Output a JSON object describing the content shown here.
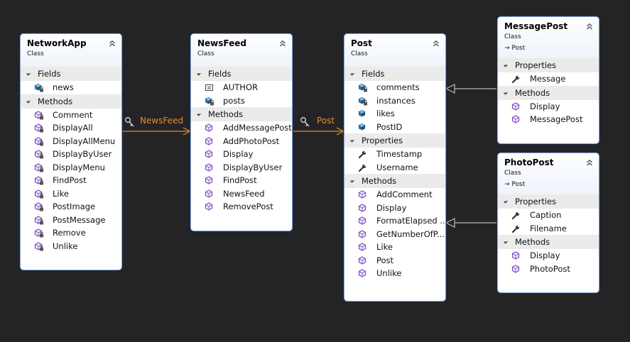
{
  "colors": {
    "background": "#242427",
    "border": "#82a6d4",
    "association": "#e48a2b",
    "inheritance": "#b9b9b9",
    "method_icon": "#7c4cc4",
    "field_icon": "#2d6e9e"
  },
  "classes": {
    "networkapp": {
      "title": "NetworkApp",
      "kind": "Class",
      "sections": [
        {
          "label": "Fields",
          "members": [
            {
              "name": "news",
              "icon": "field-private-icon"
            }
          ]
        },
        {
          "label": "Methods",
          "members": [
            {
              "name": "Comment",
              "icon": "method-private-icon"
            },
            {
              "name": "DisplayAll",
              "icon": "method-private-icon"
            },
            {
              "name": "DisplayAllMenu",
              "icon": "method-private-icon"
            },
            {
              "name": "DisplayByUser",
              "icon": "method-private-icon"
            },
            {
              "name": "DisplayMenu",
              "icon": "method-private-icon"
            },
            {
              "name": "FindPost",
              "icon": "method-private-icon"
            },
            {
              "name": "Like",
              "icon": "method-private-icon"
            },
            {
              "name": "PostImage",
              "icon": "method-private-icon"
            },
            {
              "name": "PostMessage",
              "icon": "method-private-icon"
            },
            {
              "name": "Remove",
              "icon": "method-private-icon"
            },
            {
              "name": "Unlike",
              "icon": "method-private-icon"
            }
          ]
        }
      ]
    },
    "newsfeed": {
      "title": "NewsFeed",
      "kind": "Class",
      "sections": [
        {
          "label": "Fields",
          "members": [
            {
              "name": "AUTHOR",
              "icon": "constant-icon"
            },
            {
              "name": "posts",
              "icon": "field-private-icon"
            }
          ]
        },
        {
          "label": "Methods",
          "members": [
            {
              "name": "AddMessagePost",
              "icon": "method-icon"
            },
            {
              "name": "AddPhotoPost",
              "icon": "method-icon"
            },
            {
              "name": "Display",
              "icon": "method-icon"
            },
            {
              "name": "DisplayByUser",
              "icon": "method-icon"
            },
            {
              "name": "FindPost",
              "icon": "method-icon"
            },
            {
              "name": "NewsFeed",
              "icon": "method-icon"
            },
            {
              "name": "RemovePost",
              "icon": "method-icon"
            }
          ]
        }
      ]
    },
    "post": {
      "title": "Post",
      "kind": "Class",
      "sections": [
        {
          "label": "Fields",
          "members": [
            {
              "name": "comments",
              "icon": "field-private-icon"
            },
            {
              "name": "instances",
              "icon": "field-private-icon"
            },
            {
              "name": "likes",
              "icon": "field-icon"
            },
            {
              "name": "PostID",
              "icon": "field-icon"
            }
          ]
        },
        {
          "label": "Properties",
          "members": [
            {
              "name": "Timestamp",
              "icon": "property-icon"
            },
            {
              "name": "Username",
              "icon": "property-icon"
            }
          ]
        },
        {
          "label": "Methods",
          "members": [
            {
              "name": "AddComment",
              "icon": "method-icon"
            },
            {
              "name": "Display",
              "icon": "method-icon"
            },
            {
              "name": "FormatElapsed ...",
              "icon": "method-icon"
            },
            {
              "name": "GetNumberOfP...",
              "icon": "method-icon"
            },
            {
              "name": "Like",
              "icon": "method-icon"
            },
            {
              "name": "Post",
              "icon": "method-icon"
            },
            {
              "name": "Unlike",
              "icon": "method-icon"
            }
          ]
        }
      ]
    },
    "messagepost": {
      "title": "MessagePost",
      "kind": "Class",
      "base": "Post",
      "sections": [
        {
          "label": "Properties",
          "members": [
            {
              "name": "Message",
              "icon": "property-icon"
            }
          ]
        },
        {
          "label": "Methods",
          "members": [
            {
              "name": "Display",
              "icon": "method-icon"
            },
            {
              "name": "MessagePost",
              "icon": "method-icon"
            }
          ]
        }
      ]
    },
    "photopost": {
      "title": "PhotoPost",
      "kind": "Class",
      "base": "Post",
      "sections": [
        {
          "label": "Properties",
          "members": [
            {
              "name": "Caption",
              "icon": "property-icon"
            },
            {
              "name": "Filename",
              "icon": "property-icon"
            }
          ]
        },
        {
          "label": "Methods",
          "members": [
            {
              "name": "Display",
              "icon": "method-icon"
            },
            {
              "name": "PhotoPost",
              "icon": "method-icon"
            }
          ]
        }
      ]
    }
  },
  "associations": [
    {
      "label": "NewsFeed",
      "from": "NetworkApp",
      "to": "NewsFeed"
    },
    {
      "label": "Post",
      "from": "NewsFeed",
      "to": "Post"
    }
  ]
}
